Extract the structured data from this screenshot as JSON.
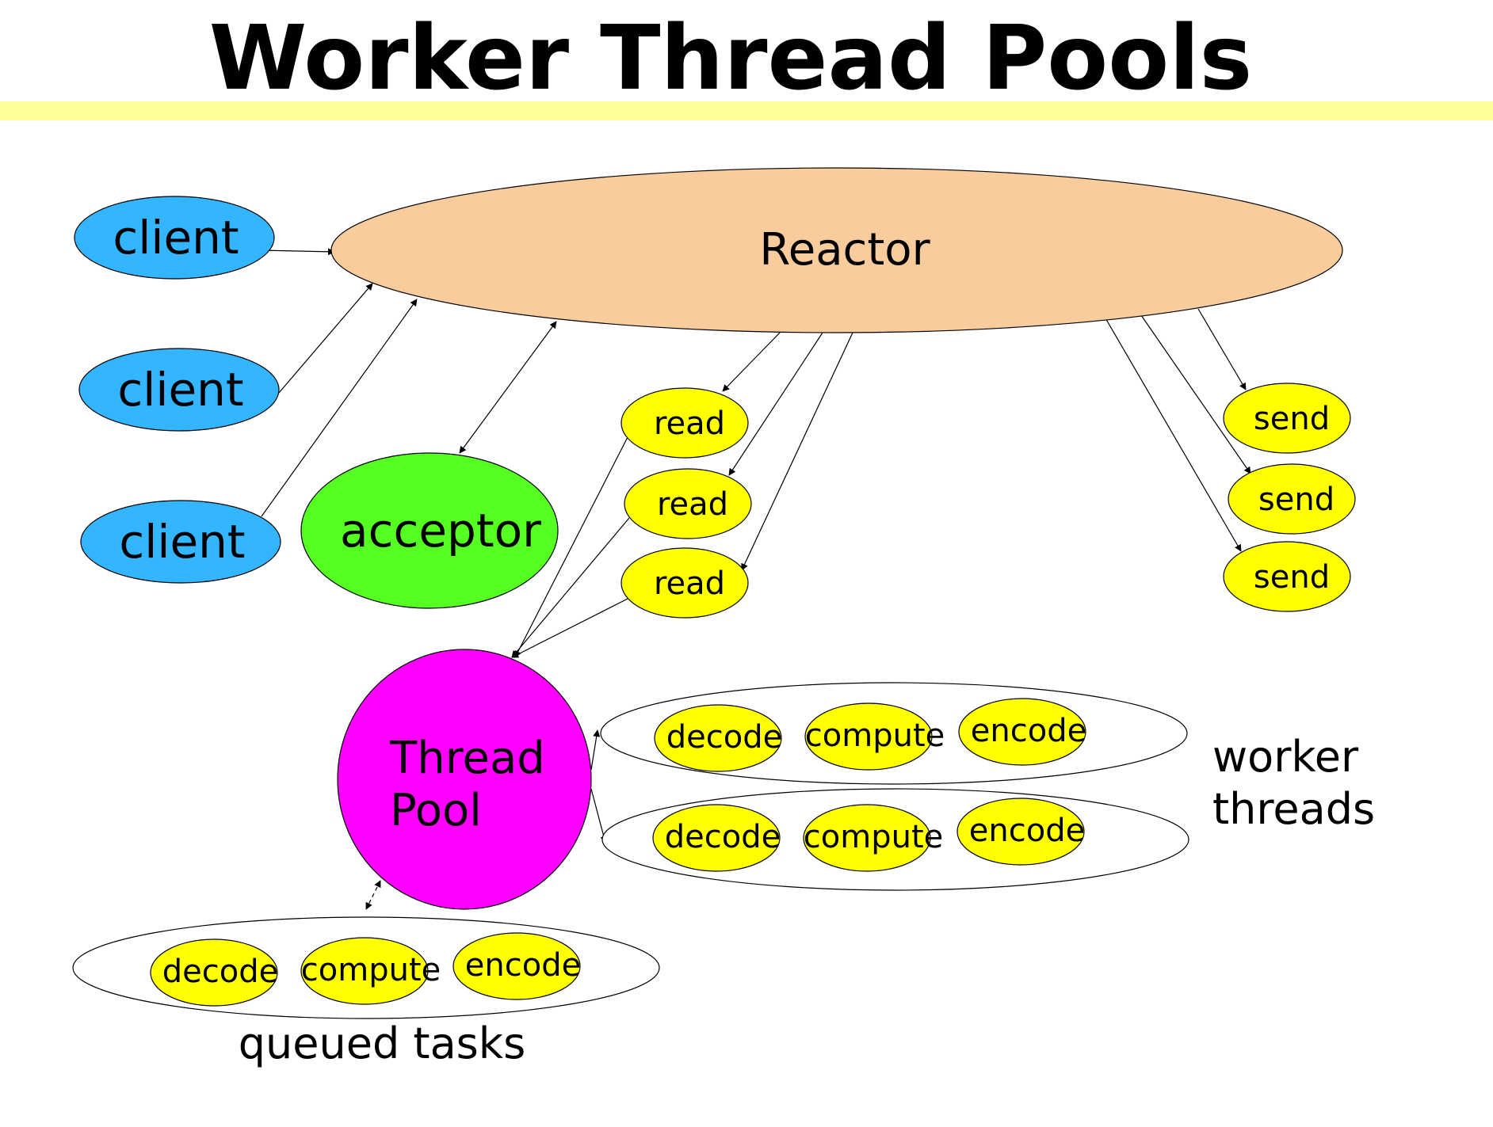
{
  "title": "Worker Thread Pools",
  "colors": {
    "title_bar": "#ffff99",
    "client": "#33b5ff",
    "reactor": "#f9cc9d",
    "acceptor": "#55ff22",
    "task": "#ffff00",
    "thread_pool": "#ff00ff",
    "group": "#ffffff",
    "stroke": "#000000"
  },
  "reactor": {
    "label": "Reactor"
  },
  "clients": [
    {
      "label": "client"
    },
    {
      "label": "client"
    },
    {
      "label": "client"
    }
  ],
  "acceptor": {
    "label": "acceptor"
  },
  "reads": [
    {
      "label": "read"
    },
    {
      "label": "read"
    },
    {
      "label": "read"
    }
  ],
  "sends": [
    {
      "label": "send"
    },
    {
      "label": "send"
    },
    {
      "label": "send"
    }
  ],
  "thread_pool": {
    "line1": "Thread",
    "line2": "Pool"
  },
  "worker_threads": {
    "label_line1": "worker",
    "label_line2": "threads",
    "rows": [
      {
        "tasks": [
          "decode",
          "compute",
          "encode"
        ]
      },
      {
        "tasks": [
          "decode",
          "compute",
          "encode"
        ]
      }
    ]
  },
  "queued_tasks": {
    "label": "queued tasks",
    "tasks": [
      "decode",
      "compute",
      "encode"
    ]
  }
}
